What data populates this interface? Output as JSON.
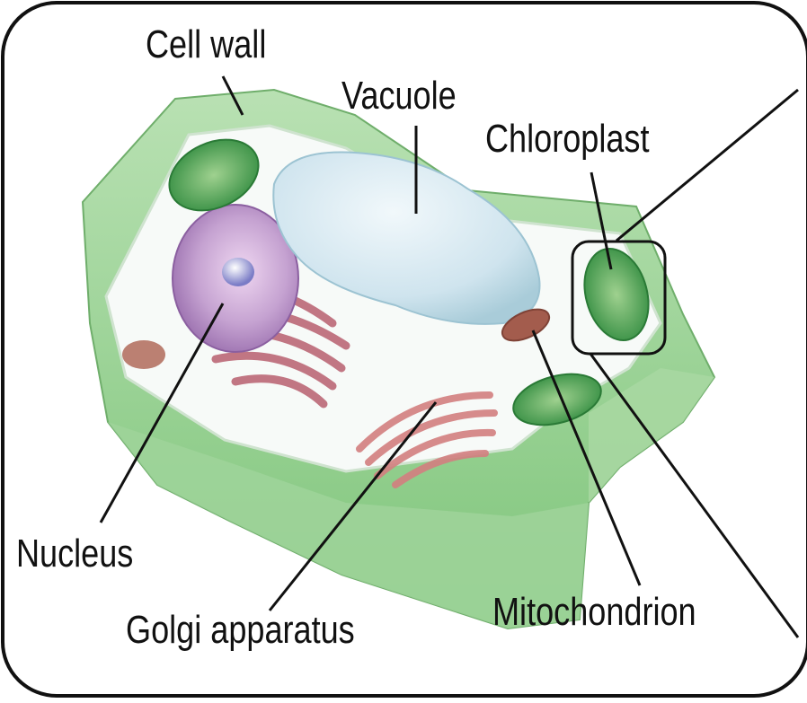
{
  "labels": {
    "cell_wall": "Cell wall",
    "vacuole": "Vacuole",
    "chloroplast": "Chloroplast",
    "nucleus": "Nucleus",
    "golgi": "Golgi apparatus",
    "mitochondrion": "Mitochondrion"
  },
  "colors": {
    "wall_outer": "#8fcf8a",
    "wall_inner": "#c5e8c0",
    "cytoplasm": "#f6f8f7",
    "vacuole": "#cfe6ee",
    "nucleus": "#b99bc8",
    "nucleolus": "#8e8fcf",
    "er": "#b96474",
    "golgi": "#d98a8a",
    "chloroplast": "#3f9c4c",
    "mitochondrion": "#a05a4a",
    "line": "#111111"
  }
}
